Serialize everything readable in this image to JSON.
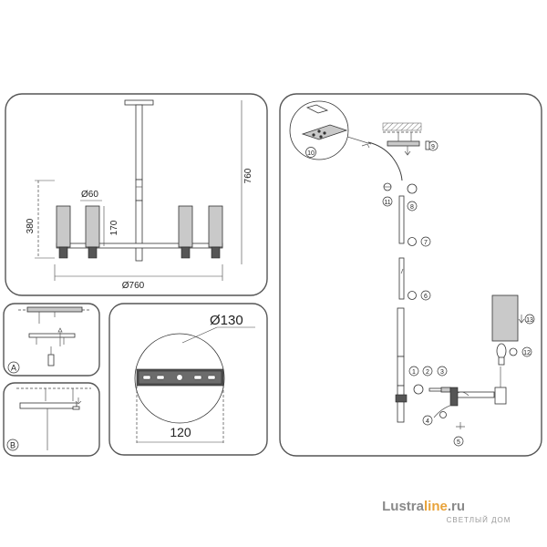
{
  "dimensions": {
    "d60": "Ø60",
    "h380": "380",
    "h170": "170",
    "h760": "760",
    "d760": "Ø760",
    "d130": "Ø130",
    "w120": "120"
  },
  "variants": {
    "a": "A",
    "b": "B"
  },
  "steps": {
    "s1": "1",
    "s2": "2",
    "s3": "3",
    "s4": "4",
    "s5": "5",
    "s6": "6",
    "s7": "7",
    "s8": "8",
    "s9": "9",
    "s10": "10",
    "s11": "11",
    "s12": "12",
    "s13": "13"
  },
  "watermark": {
    "brand_a": "Lustra",
    "brand_b": "line",
    "brand_c": ".ru",
    "tagline": "СВЕТЛЫЙ ДОМ"
  },
  "colors": {
    "brand_orange": "#e8a33a",
    "brand_gray": "#8a8a8a",
    "line": "#3a3a3a"
  }
}
